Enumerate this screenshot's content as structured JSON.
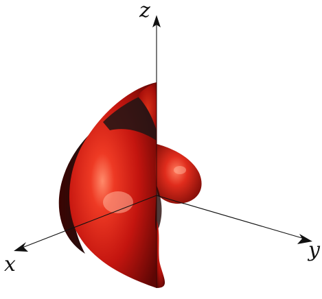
{
  "axes": {
    "x_label": "x",
    "y_label": "y",
    "z_label": "z"
  },
  "colors": {
    "surface_base": "#c4150f",
    "surface_highlight": "#ff6a4a",
    "surface_shadow": "#5e0604",
    "interior_dark": "#1c1a1a",
    "axis_line": "#111111",
    "background": "#ffffff"
  }
}
